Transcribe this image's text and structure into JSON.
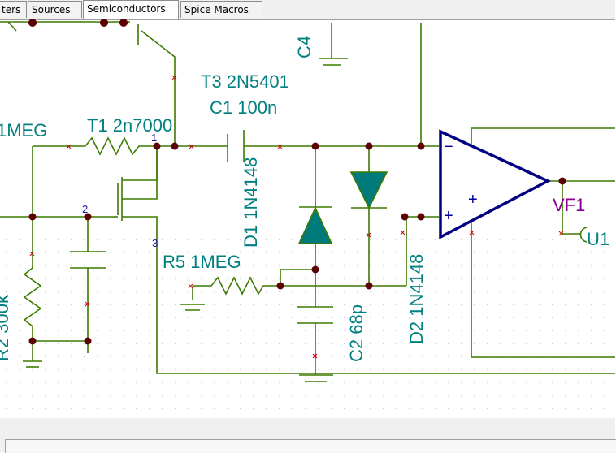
{
  "tabs": [
    {
      "label": "ters"
    },
    {
      "label": "Sources"
    },
    {
      "label": "Semiconductors"
    },
    {
      "label": "Spice Macros"
    }
  ],
  "active_tab": "Semiconductors",
  "colors": {
    "wire": "#3d7a00",
    "label": "#008080",
    "junction": "#5c0000",
    "opamp": "#000080",
    "vf_label": "#8b008b",
    "pin": "#0000cc",
    "node_x": "#d00000",
    "grid": "#b0b8c8"
  },
  "schematic": {
    "labels": {
      "t1": "T1 2n7000",
      "t3": "T3 2N5401",
      "c1": "C1 100n",
      "c4": "C4",
      "r_1meg": "1MEG",
      "d1": "D1 1N4148",
      "r5": "R5 1MEG",
      "c2": "C2 68p",
      "d2": "D2 1N4148",
      "r2": "R2 300k",
      "vf1": "VF1",
      "out1": "U1"
    },
    "pins": {
      "p1": "1",
      "p2": "2",
      "p3": "3"
    },
    "opamp_signs": {
      "minus": "−",
      "plus_left": "+",
      "plus_right": "+"
    }
  }
}
